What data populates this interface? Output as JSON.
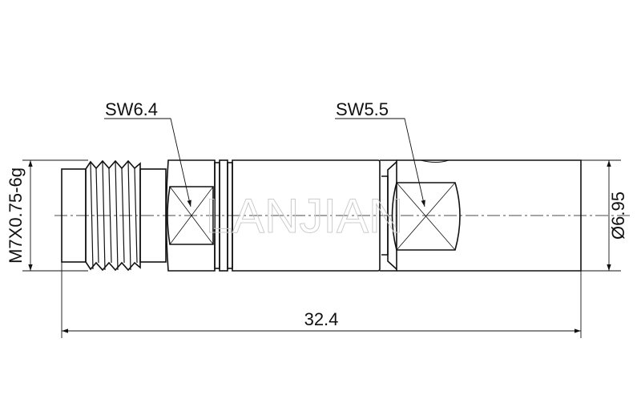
{
  "drawing": {
    "labels": {
      "wrench_left": "SW6.4",
      "wrench_right": "SW5.5",
      "thread": "M7X0.75-6g",
      "diameter": "Ø6.95",
      "length": "32.4"
    },
    "watermark": "LANJIAN",
    "line_color": "#111111"
  }
}
